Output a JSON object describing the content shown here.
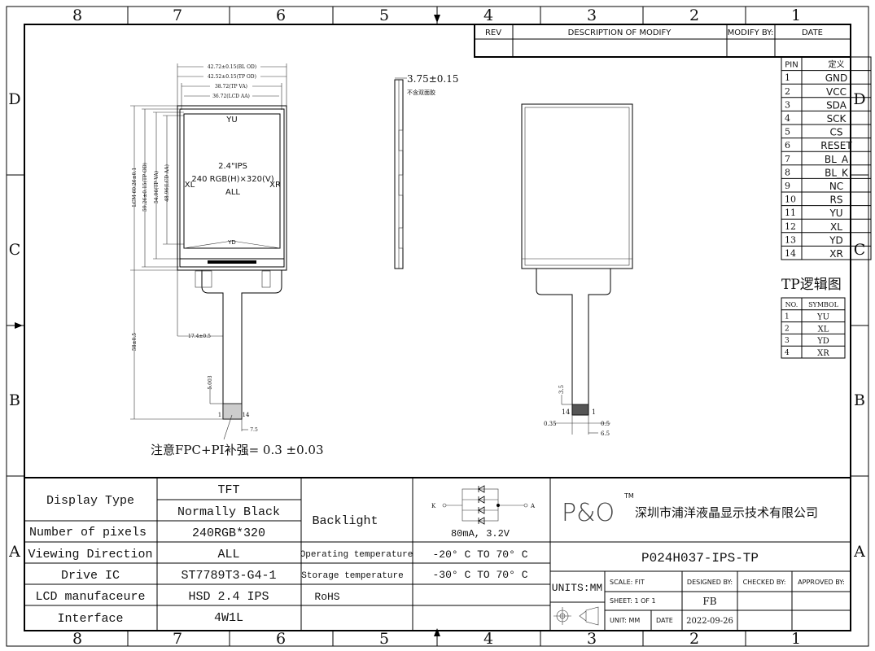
{
  "border": {
    "columns": [
      "8",
      "7",
      "6",
      "5",
      "4",
      "3",
      "2",
      "1"
    ],
    "rows": [
      "D",
      "C",
      "B",
      "A"
    ]
  },
  "rev_table": {
    "headers": [
      "REV",
      "DESCRIPTION OF MODIFY",
      "MODIFY BY:",
      "DATE"
    ]
  },
  "pin_table": {
    "headers": [
      "PIN",
      "定义"
    ],
    "rows": [
      [
        "1",
        "GND"
      ],
      [
        "2",
        "VCC"
      ],
      [
        "3",
        "SDA"
      ],
      [
        "4",
        "SCK"
      ],
      [
        "5",
        "CS"
      ],
      [
        "6",
        "RESET"
      ],
      [
        "7",
        "BL_A"
      ],
      [
        "8",
        "BL_K"
      ],
      [
        "9",
        "NC"
      ],
      [
        "10",
        "RS"
      ],
      [
        "11",
        "YU"
      ],
      [
        "12",
        "XL"
      ],
      [
        "13",
        "YD"
      ],
      [
        "14",
        "XR"
      ]
    ]
  },
  "tp_table": {
    "title": "TP逻辑图",
    "headers": [
      "NO.",
      "SYMBOL"
    ],
    "rows": [
      [
        "1",
        "YU"
      ],
      [
        "2",
        "XL"
      ],
      [
        "3",
        "YD"
      ],
      [
        "4",
        "XR"
      ]
    ]
  },
  "front_view": {
    "dims_top": [
      "42.72±0.15(BL OD)",
      "42.52±0.15(TP OD)",
      "38.72(TP VA)",
      "36.72(LCD AA)"
    ],
    "dims_left": [
      "LCM 60.26±0.1",
      "59.26±0.15(TP OD)",
      "54.06(TP VA)",
      "48.96(LCD AA)"
    ],
    "label_top": "YU",
    "label_left": "XL",
    "label_right": "XR",
    "label_bottom": "YD",
    "center_lines": [
      "2.4\"IPS",
      "240 RGB(H)×320(V)",
      "ALL"
    ],
    "dim_fpc_length": "58±0.5",
    "dim_fpc_offset": "17.4±0.5",
    "dim_stiffener": "5.003",
    "dim_width": "7.5",
    "pin_first": "1",
    "pin_last": "14",
    "note": "注意FPC+PI补强= 0.3 ±0.03"
  },
  "side_view": {
    "thickness": "3.75±0.15",
    "note": "不含双面胶"
  },
  "back_view": {
    "dim_a": "3.5",
    "pin_first": "14",
    "pin_last": "1",
    "dim_b": "0.35",
    "dim_c": "0.5",
    "dim_d": "6.5"
  },
  "specs": {
    "display_type_label": "Display Type",
    "display_type_values": [
      "TFT",
      "Normally Black"
    ],
    "pixels_label": "Number of pixels",
    "pixels_value": "240RGB*320",
    "viewing_label": "Viewing Direction",
    "viewing_value": "ALL",
    "ic_label": "Drive IC",
    "ic_value": "ST7789T3-G4-1",
    "lcd_label": "LCD manufaceure",
    "lcd_value": "HSD 2.4 IPS",
    "interface_label": "Interface",
    "interface_value": "4W1L",
    "backlight_label": "Backlight",
    "backlight_k": "K",
    "backlight_a": "A",
    "backlight_value": "80mA, 3.2V",
    "op_temp_label": "Operating temperature",
    "op_temp_value": "-20° C TO 70° C",
    "st_temp_label": "Storage temperature",
    "st_temp_value": "-30° C TO 70° C",
    "rohs": "RoHS"
  },
  "title_block": {
    "logo": "P&O",
    "tm": "TM",
    "company": "深圳市浦洋液晶显示技术有限公司",
    "part_number": "P024H037-IPS-TP",
    "units": "UNITS:MM",
    "scale": "SCALE:  FIT",
    "sheet": "SHEET:  1  OF  1",
    "unit": "UNIT:  MM",
    "date_label": "DATE",
    "designed_by": "DESIGNED BY:",
    "checked_by": "CHECKED BY:",
    "approved_by": "APPROVED BY:",
    "designer": "FB",
    "date": "2022-09-26"
  }
}
